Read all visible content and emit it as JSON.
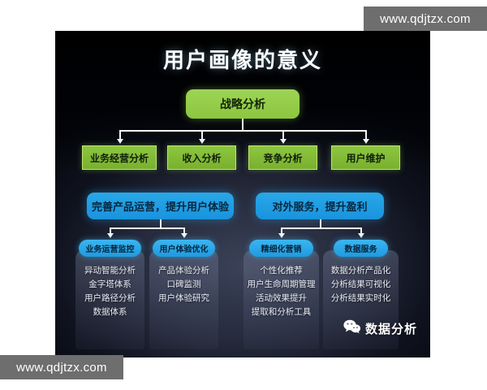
{
  "watermarks": {
    "top_right": "www.qdjtzx.com",
    "bottom_left": "www.qdjtzx.com"
  },
  "slide": {
    "title": "用户画像的意义",
    "root": {
      "label": "战略分析"
    },
    "level2": [
      {
        "label": "业务经营分析"
      },
      {
        "label": "收入分析"
      },
      {
        "label": "竞争分析"
      },
      {
        "label": "用户维护"
      }
    ],
    "level3": [
      {
        "label": "完善产品运营，提升用户体验"
      },
      {
        "label": "对外服务，提升盈利"
      }
    ],
    "cards": [
      {
        "header": "业务运营监控",
        "items": [
          "异动智能分析",
          "金字塔体系",
          "用户路径分析",
          "数据体系"
        ]
      },
      {
        "header": "用户体验优化",
        "items": [
          "产品体验分析",
          "口碑监测",
          "用户体验研究"
        ]
      },
      {
        "header": "精细化营销",
        "items": [
          "个性化推荐",
          "用户生命周期管理",
          "活动效果提升",
          "提取和分析工具"
        ]
      },
      {
        "header": "数据服务",
        "items": [
          "数据分析产品化",
          "分析结果可视化",
          "分析结果实时化"
        ]
      }
    ],
    "logo": {
      "text": "数据分析"
    }
  },
  "colors": {
    "green": "#8cc63f",
    "blue": "#1a93dd",
    "cyan": "#2fb0ea",
    "panel_dark": "#05070c",
    "watermark_bg": "#6e6e6e"
  }
}
